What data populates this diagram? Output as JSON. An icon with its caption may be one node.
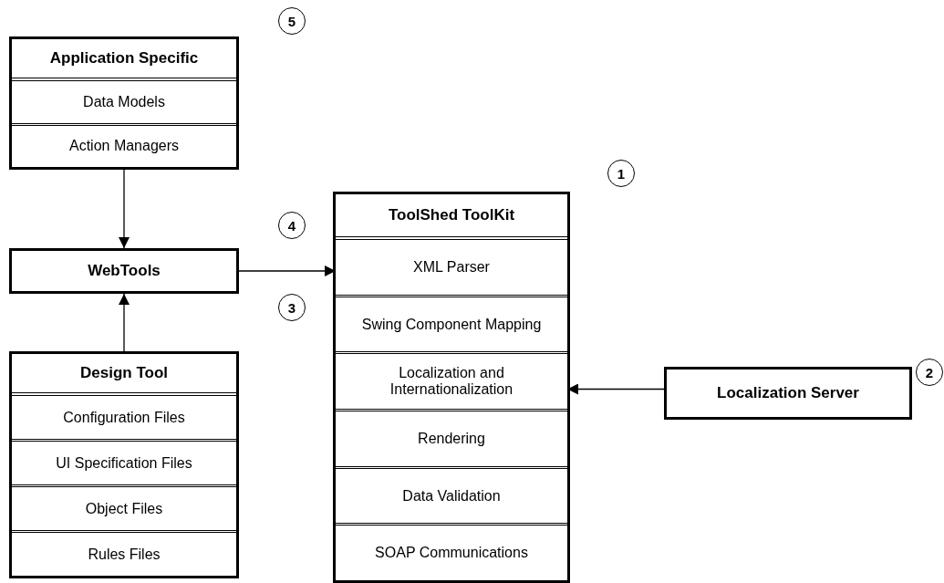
{
  "diagram": {
    "nodes": [
      {
        "text": [
          "Application Specific"
        ]
      },
      {
        "text": [
          "Data Models"
        ],
        "in": 0
      },
      {
        "text": [
          "Action Managers"
        ],
        "in": 0
      },
      {
        "text": [
          "WebTools"
        ]
      },
      {
        "text": [
          "Design Tool"
        ]
      },
      {
        "text": [
          "Configuration Files"
        ],
        "in": 4
      },
      {
        "text": [
          "UI Specification Files"
        ],
        "in": 4
      },
      {
        "text": [
          "Object Files"
        ],
        "in": 4
      },
      {
        "text": [
          "Rules Files"
        ],
        "in": 4
      },
      {
        "text": [
          "ToolShed ToolKit"
        ]
      },
      {
        "text": [
          "XML Parser"
        ],
        "in": 9
      },
      {
        "text": [
          "Swing Component Mapping"
        ],
        "in": 9
      },
      {
        "text": [
          "Localization and Internationalization"
        ],
        "in": 9
      },
      {
        "text": [
          "Rendering"
        ],
        "in": 9
      },
      {
        "text": [
          "Data Validation"
        ],
        "in": 9
      },
      {
        "text": [
          "SOAP Communications"
        ],
        "in": 9
      },
      {
        "text": [
          "Localization Server"
        ]
      }
    ],
    "edges": [
      {
        "from": 0,
        "to": 3,
        "arrow": "to"
      },
      {
        "from": 4,
        "to": 3,
        "arrow": "to"
      },
      {
        "from": 3,
        "to": 10,
        "arrow": "to"
      },
      {
        "from": 16,
        "to": 12,
        "arrow": "to"
      }
    ],
    "labels": [
      "5",
      "1",
      "4",
      "3",
      "2"
    ]
  }
}
